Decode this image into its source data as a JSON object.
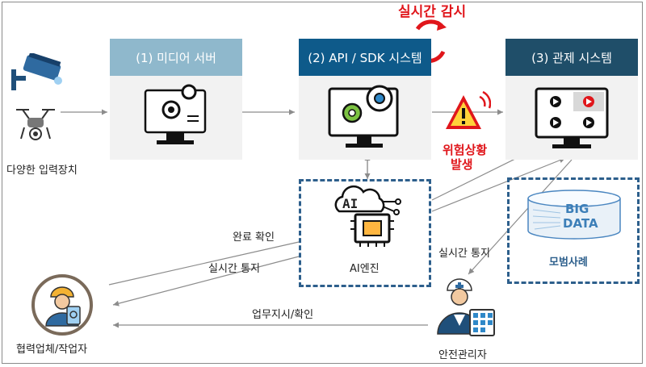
{
  "top_label": "실시간 감시",
  "boxes": {
    "media_server": {
      "title": "(1) 미디어 서버",
      "color": "#8fb8cc"
    },
    "api_sdk": {
      "title": "(2) API / SDK 시스템",
      "color": "#0e5a8a"
    },
    "control": {
      "title": "(3) 관제 시스템",
      "color": "#1f4e69"
    }
  },
  "labels": {
    "input_devices": "다양한 입력장치",
    "danger": [
      "위험상황",
      "발생"
    ],
    "ai_engine": "AI엔진",
    "ai_chip_text": "AI",
    "bigdata": [
      "BIG",
      "DATA"
    ],
    "best_case": "모범사례",
    "done_confirm": "완료 확인",
    "realtime_notify_left": "실시간 통지",
    "realtime_notify_right": "실시간 통지",
    "work_order": "업무지시/확인",
    "partner": "협력업체/작업자",
    "safety_manager": "안전관리자"
  },
  "colors": {
    "accent_red": "#e0161b",
    "dashed": "#2d5f8c",
    "line": "#8c8c8c"
  }
}
